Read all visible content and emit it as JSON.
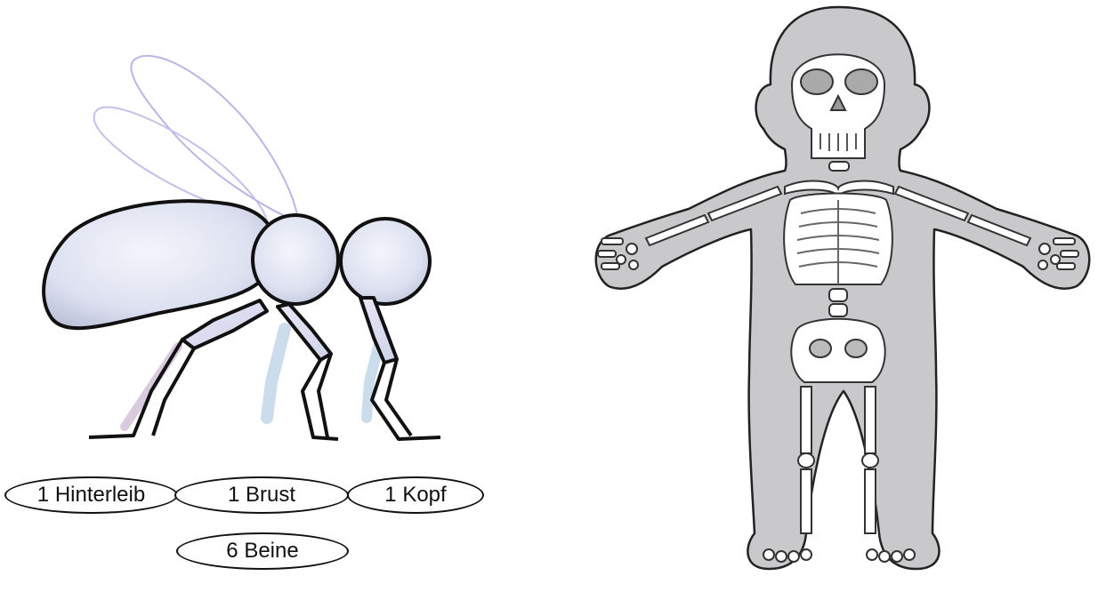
{
  "labels": {
    "hinterleib": "1 Hinterleib",
    "brust": "1 Brust",
    "kopf": "1 Kopf",
    "beine": "6 Beine"
  },
  "colors": {
    "outline": "#111111",
    "insect_fill": "#dfe3f2",
    "wing_stroke": "#b9b6e6",
    "skeleton_body": "#c9c9cb",
    "bone": "#ffffff"
  },
  "icons": {
    "insect": "fly-illustration",
    "skeleton": "child-skeleton-illustration"
  }
}
